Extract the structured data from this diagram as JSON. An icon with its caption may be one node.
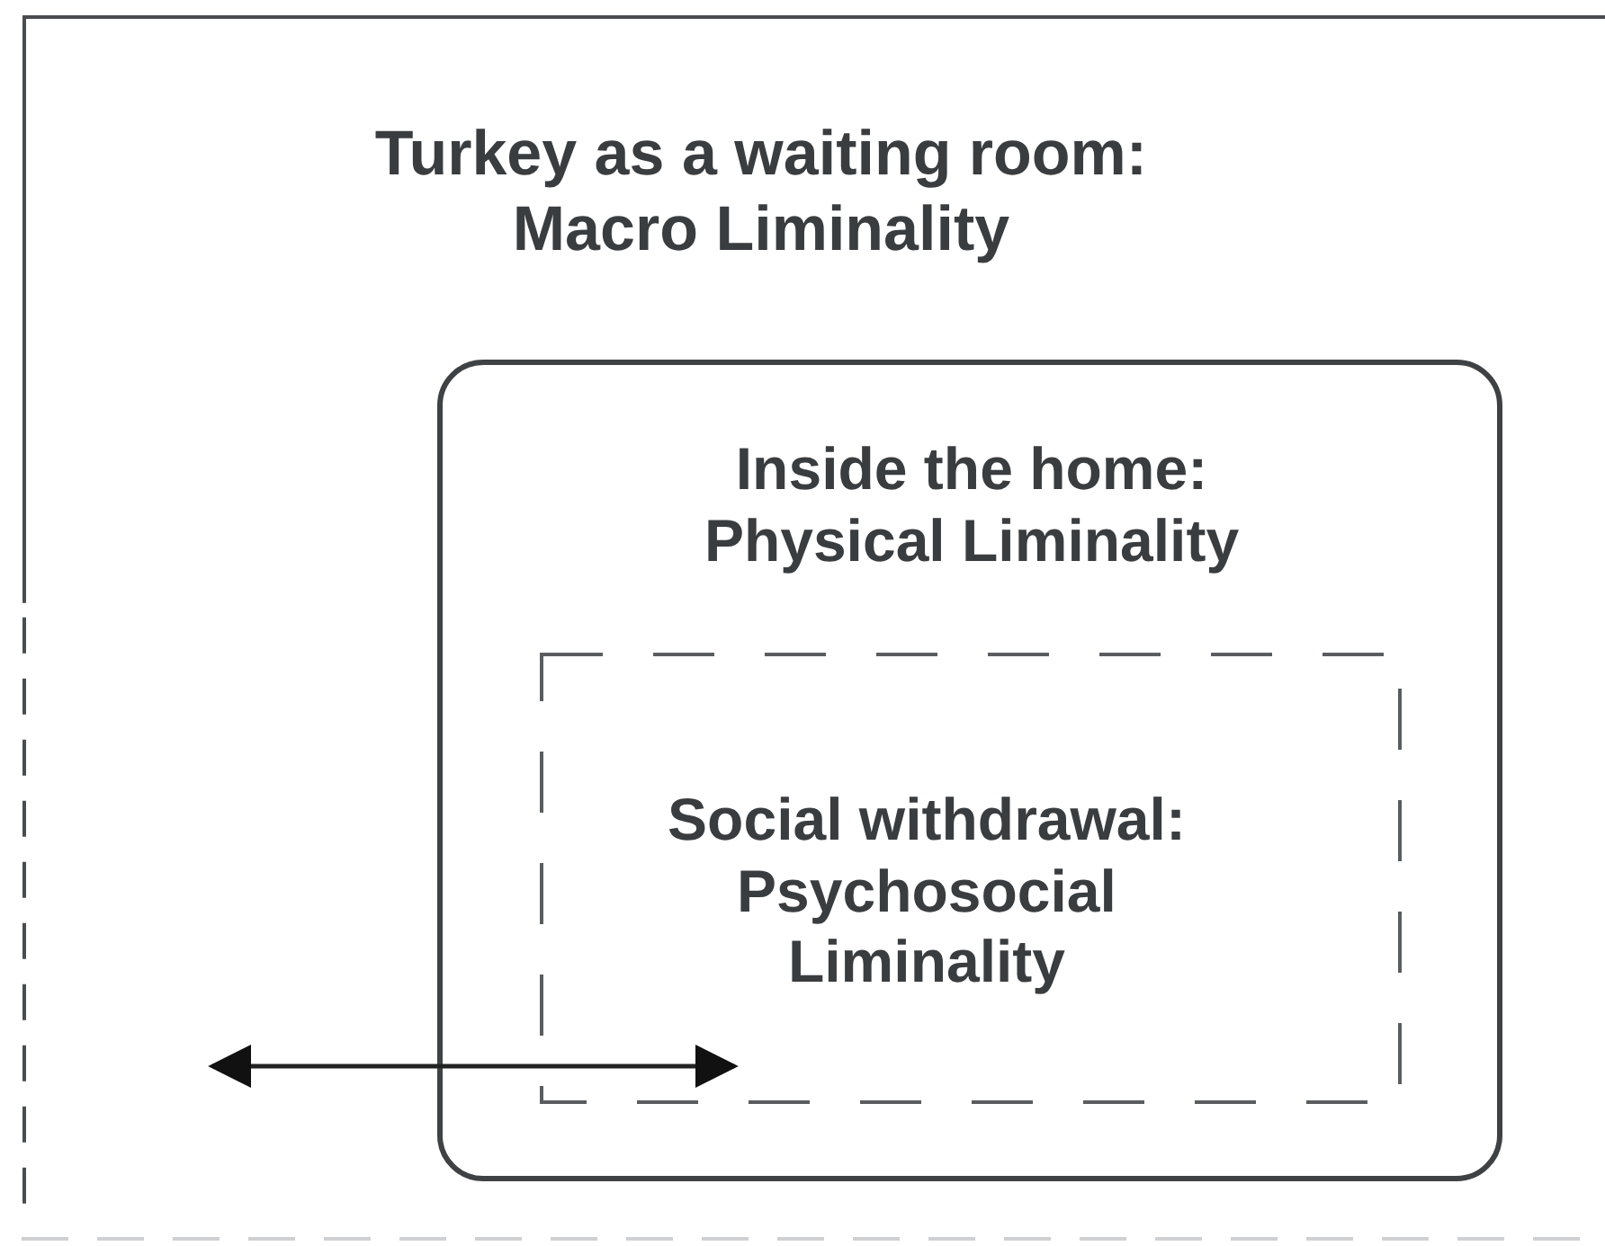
{
  "diagram": {
    "nodes": [
      {
        "text": [
          "Turkey as a waiting room: Macro Liminality"
        ]
      },
      {
        "text": [
          "Inside the home: Physical Liminality"
        ],
        "in": 0
      },
      {
        "text": [
          "Social withdrawal: Psychosocial Liminality"
        ],
        "in": 1
      }
    ]
  }
}
